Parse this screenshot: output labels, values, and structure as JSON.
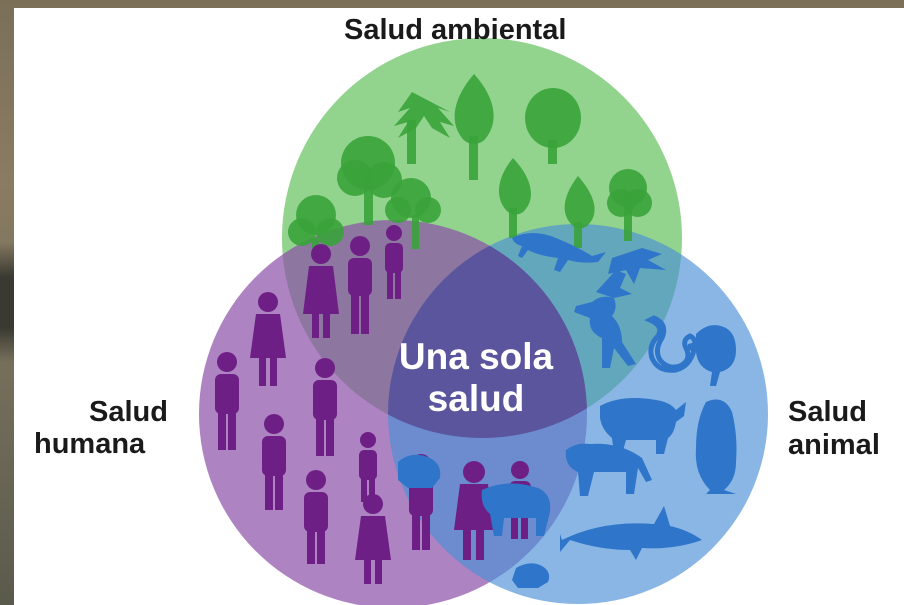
{
  "diagram": {
    "top_label": "Salud ambiental",
    "left_label_line1": "Salud",
    "left_label_line2": "humana",
    "right_label_line1": "Salud",
    "right_label_line2": "animal",
    "center_line1": "Una sola",
    "center_line2": "salud",
    "colors": {
      "environment": "#4fb848",
      "human": "#8b4fa8",
      "animal": "#4a8fd6",
      "tree_icons": "#3aa33a",
      "human_icons": "#6e1f85",
      "animal_icons": "#2f75c9",
      "center": "#5b4c96"
    }
  }
}
